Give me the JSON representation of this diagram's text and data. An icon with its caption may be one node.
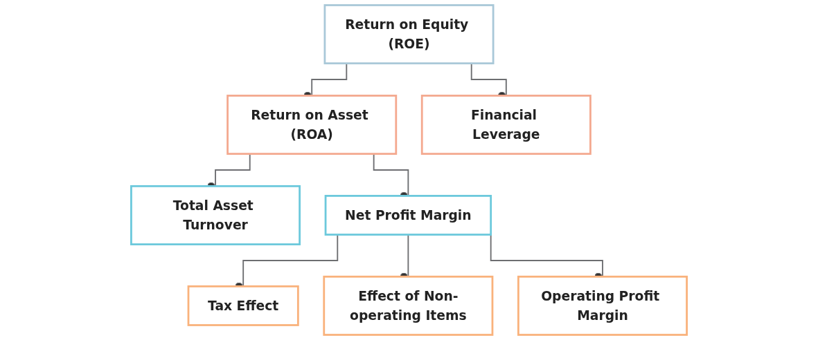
{
  "diagram": {
    "nodes": [
      {
        "text": [
          "Return on Equity (ROE)"
        ]
      },
      {
        "text": [
          "Return on Asset (ROA)"
        ]
      },
      {
        "text": [
          "Financial Leverage"
        ]
      },
      {
        "text": [
          "Total Asset Turnover"
        ]
      },
      {
        "text": [
          "Net Profit Margin"
        ]
      },
      {
        "text": [
          "Tax Effect"
        ]
      },
      {
        "text": [
          "Effect of Non-operating Items"
        ]
      },
      {
        "text": [
          "Operating Profit Margin"
        ]
      }
    ],
    "edges": [
      {
        "from": 0,
        "to": 1,
        "arrow": "other"
      },
      {
        "from": 0,
        "to": 2,
        "arrow": "other"
      },
      {
        "from": 1,
        "to": 3,
        "arrow": "other"
      },
      {
        "from": 1,
        "to": 4,
        "arrow": "other"
      },
      {
        "from": 4,
        "to": 5,
        "arrow": "other"
      },
      {
        "from": 4,
        "to": 6,
        "arrow": "other"
      },
      {
        "from": 4,
        "to": 7,
        "arrow": "other"
      }
    ]
  }
}
